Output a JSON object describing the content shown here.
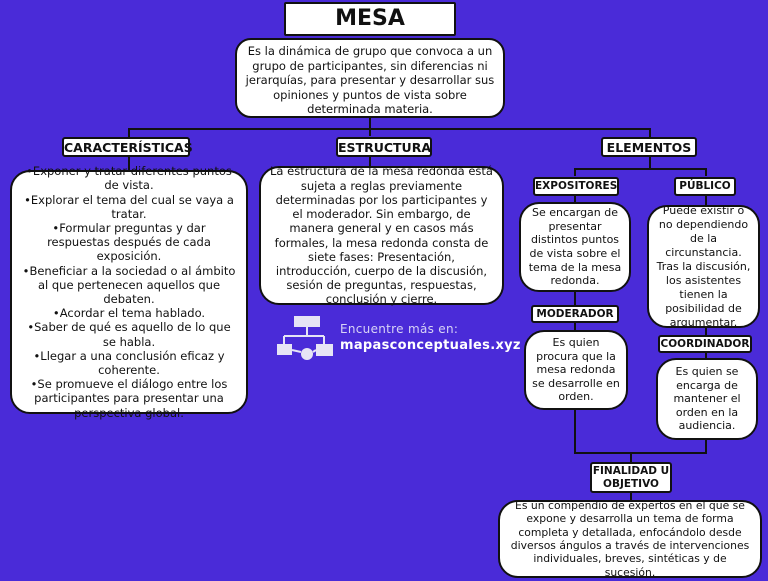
{
  "title": "MESA REDONDA",
  "definition": "Es la dinámica de grupo que convoca a un grupo de participantes, sin diferencias ni jerarquías, para presentar y desarrollar sus opiniones y puntos de vista sobre determinada materia.",
  "caracteristicas": {
    "header": "CARACTERÍSTICAS",
    "items": [
      "Exponer y tratar diferentes puntos de vista.",
      "Explorar el tema del cual se vaya a tratar.",
      "Formular preguntas y dar respuestas después de  cada exposición.",
      "Beneficiar a la sociedad o al ámbito al que pertenecen aquellos que debaten.",
      "Acordar el tema hablado.",
      "Saber de qué es aquello de lo que se habla.",
      "Llegar a una conclusión eficaz y coherente.",
      "Se promueve el diálogo entre los participantes para presentar una perspectiva global."
    ]
  },
  "estructura": {
    "header": "ESTRUCTURA",
    "text": "La estructura de la mesa redonda está sujeta a reglas previamente determinadas  por los participantes y el moderador. Sin embargo, de manera general y en casos más formales, la mesa redonda consta de siete fases: Presentación, introducción, cuerpo de la discusión, sesión de preguntas, respuestas, conclusión y cierre."
  },
  "elementos": {
    "header": "ELEMENTOS",
    "expositores": {
      "header": "EXPOSITORES",
      "text": "Se encargan de presentar distintos puntos de vista sobre el tema de la mesa redonda."
    },
    "publico": {
      "header": "PÚBLICO",
      "text": "Puede existir o no dependiendo de la  circunstancia. Tras la discusión, los  asistentes tienen la posibilidad de argumentar."
    },
    "moderador": {
      "header": "MODERADOR",
      "text": "Es quien procura que la mesa redonda se desarrolle en orden."
    },
    "coordinador": {
      "header": "COORDINADOR",
      "text": "Es quien se encarga de mantener el orden en la audiencia."
    }
  },
  "finalidad": {
    "header": "FINALIDAD U OBJETIVO",
    "text": "Es un compendio de expertos en el que se expone y desarrolla un tema de forma completa y detallada, enfocándolo desde diversos ángulos a través de intervenciones individuales, breves, sintéticas y de sucesión."
  },
  "promo": {
    "label": "Encuentre más en:",
    "site": "mapasconceptuales.xyz"
  }
}
